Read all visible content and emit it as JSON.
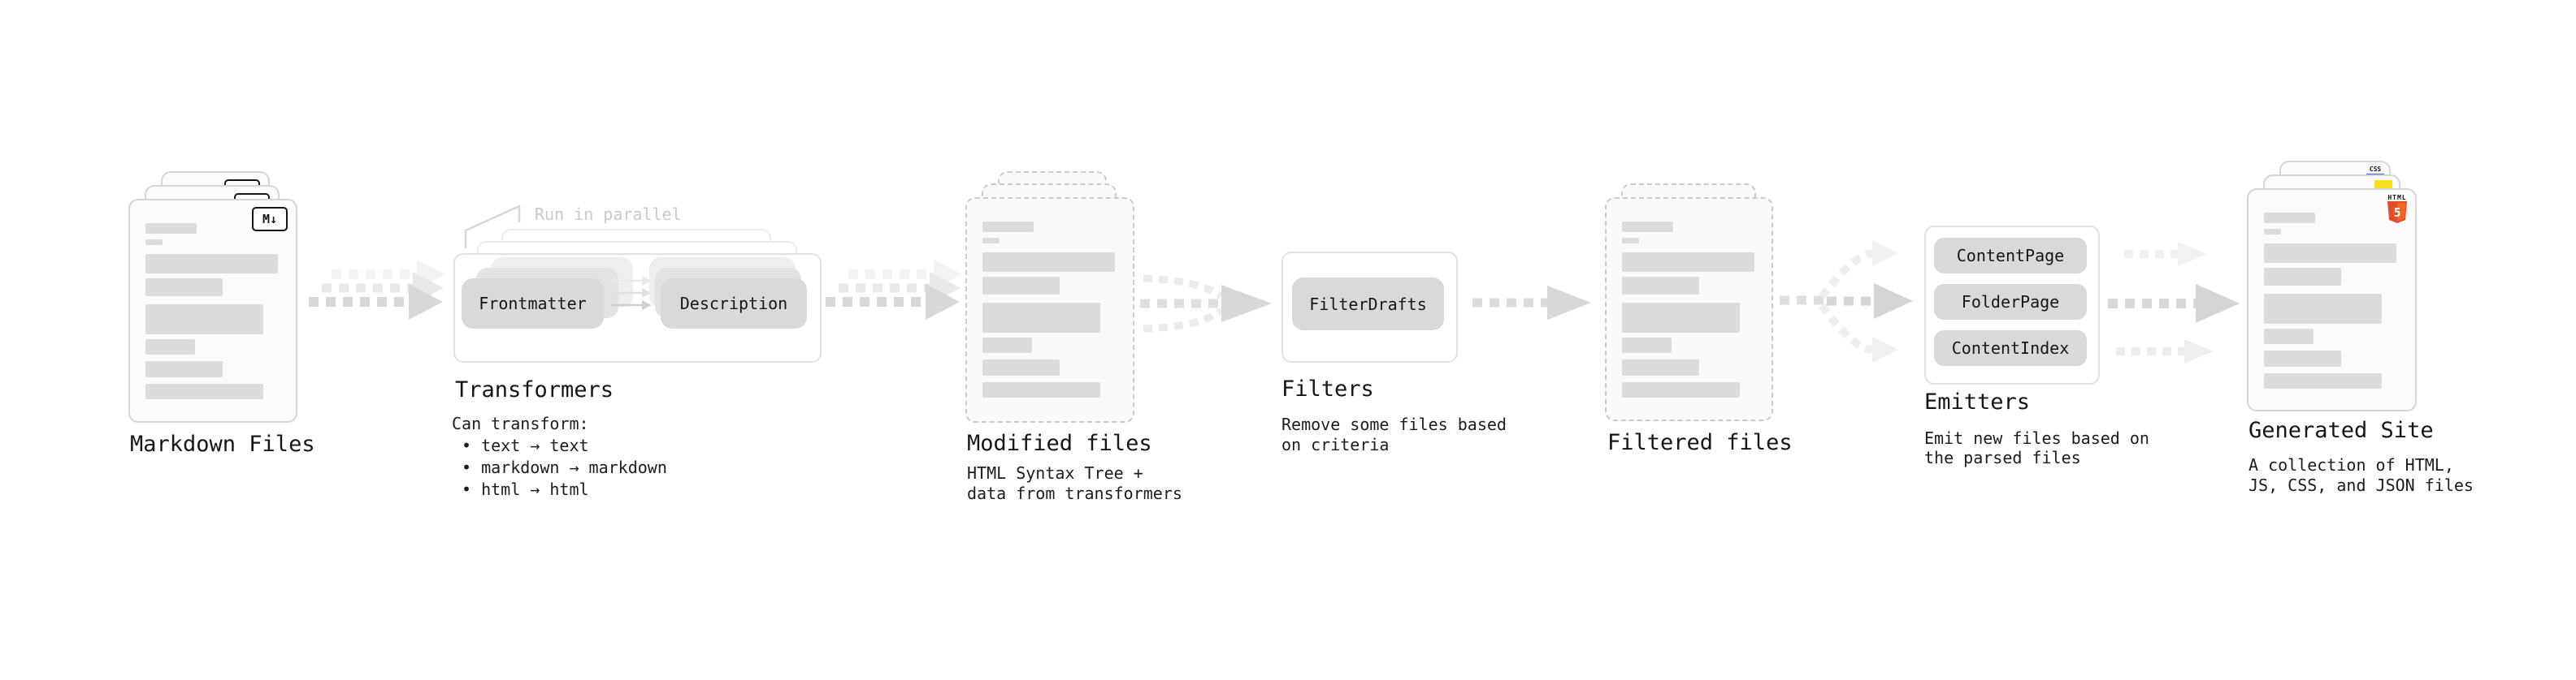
{
  "markdown_files": {
    "title": "Markdown Files",
    "badge": "M↓"
  },
  "transformers": {
    "title": "Transformers",
    "annotation": "Run in parallel",
    "step1": "Frontmatter",
    "step2": "Description",
    "caption_heading": "Can transform:",
    "bullets": [
      "• text → text",
      "• markdown → markdown",
      "• html → html"
    ]
  },
  "modified_files": {
    "title": "Modified files",
    "caption": "HTML Syntax Tree +\ndata from transformers"
  },
  "filters": {
    "title": "Filters",
    "rule": "FilterDrafts",
    "caption": "Remove some files based\non criteria"
  },
  "filtered_files": {
    "title": "Filtered files"
  },
  "emitters": {
    "title": "Emitters",
    "items": [
      "ContentPage",
      "FolderPage",
      "ContentIndex"
    ],
    "caption": "Emit new files based on\nthe parsed files"
  },
  "generated_site": {
    "title": "Generated Site",
    "caption": "A collection of HTML,\nJS, CSS, and JSON files",
    "badges": {
      "html_label": "HTML",
      "html_number": "5",
      "css": "CSS"
    }
  },
  "colors": {
    "html5_orange": "#E44D26",
    "css_blue": "#2965F1",
    "js_yellow": "#F7DF1E",
    "placeholder_bar": "#DCDCDC",
    "arrow_gray": "#D8D8D8"
  }
}
